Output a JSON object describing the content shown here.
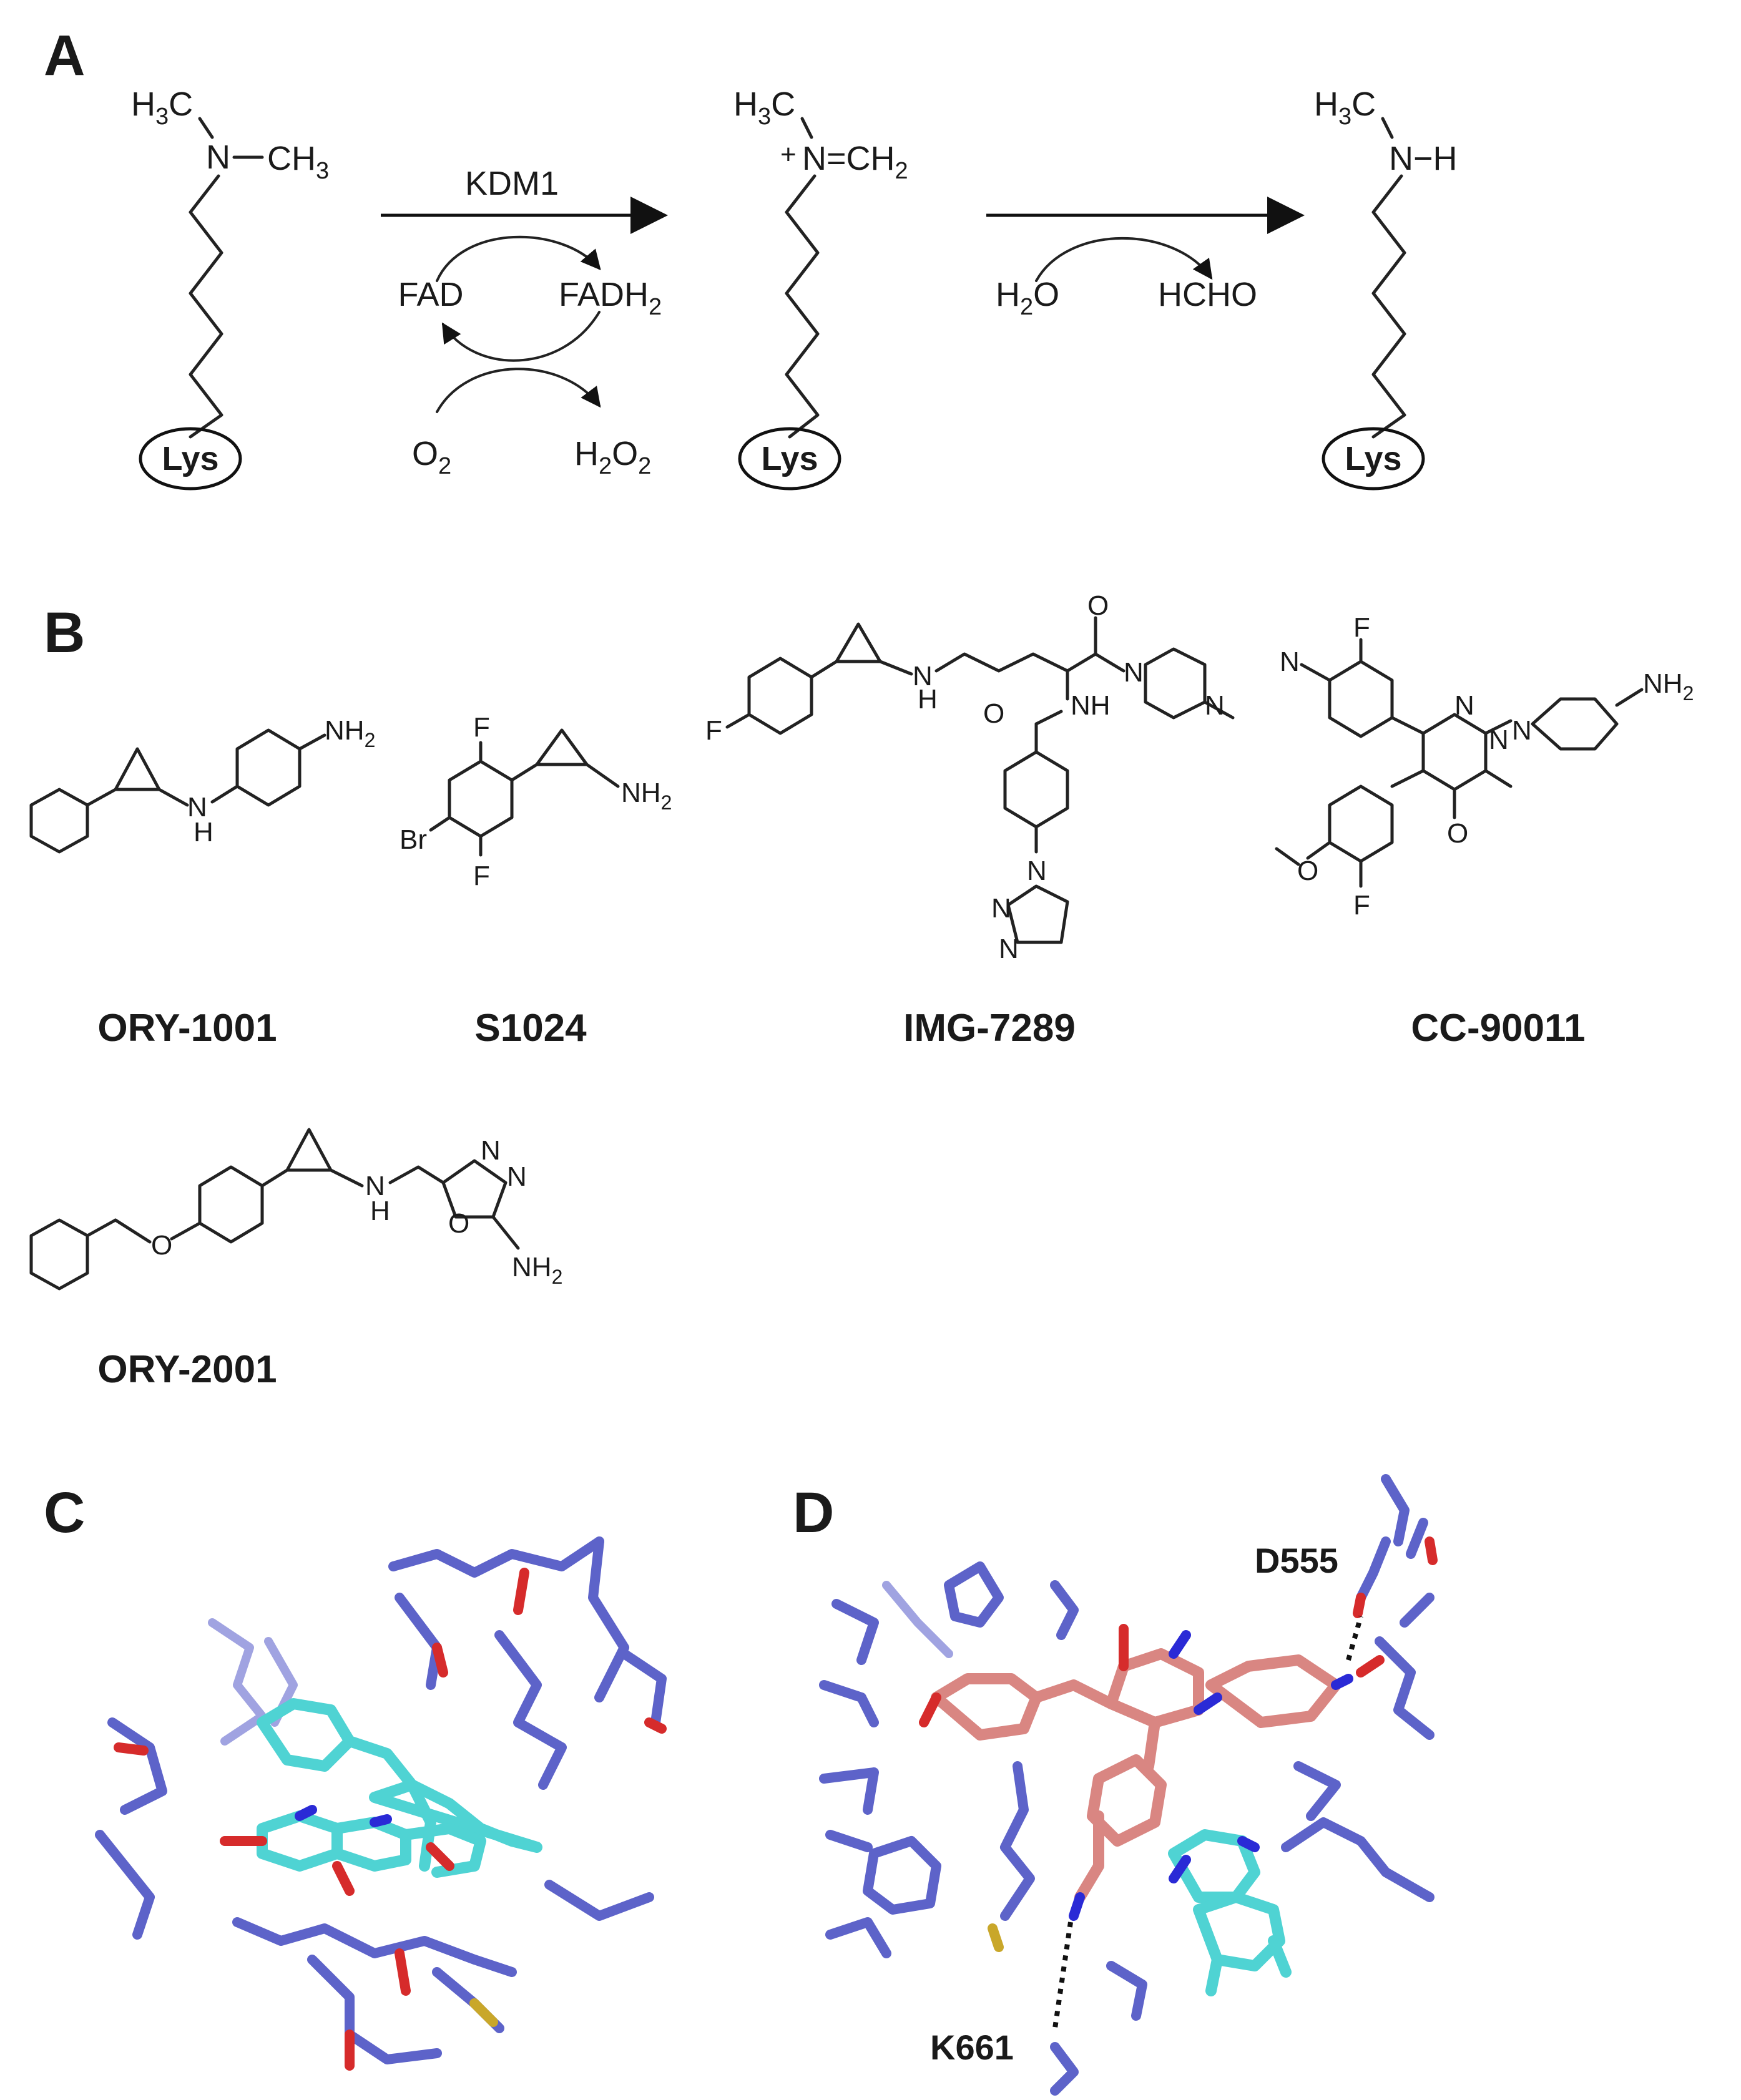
{
  "panels": {
    "a": "A",
    "b": "B",
    "c": "C",
    "d": "D"
  },
  "panel_a": {
    "enzyme": "KDM1",
    "cofactor_ox": "FAD",
    "cofactor_red": "FADH",
    "cofactor_red_sub": "2",
    "oxygen": "O",
    "oxygen_sub": "2",
    "peroxide_h": "H",
    "peroxide_sub1": "2",
    "peroxide_o": "O",
    "peroxide_sub2": "2",
    "water_h": "H",
    "water_sub": "2",
    "water_o": "O",
    "formaldehyde": "HCHO",
    "lys_label": "Lys",
    "methyl_h": "H",
    "methyl_sub": "3",
    "methyl_c": "C",
    "n_atom": "N",
    "ch3_right": "CH",
    "ch3_right_sub": "3",
    "plus": "+",
    "iminium_right": "N=CH",
    "iminium_sub": "2",
    "amine_right": "N−H",
    "dash": "−"
  },
  "panel_b": {
    "compounds": [
      {
        "name": "ORY-1001"
      },
      {
        "name": "S1024"
      },
      {
        "name": "IMG-7289"
      },
      {
        "name": "CC-90011"
      },
      {
        "name": "ORY-2001"
      }
    ],
    "atoms": {
      "nh2": "NH",
      "nh2_sub": "2",
      "n": "N",
      "h": "H",
      "nh": "NH",
      "f": "F",
      "br": "Br",
      "o": "O"
    }
  },
  "panel_d": {
    "residue_top": "D555",
    "residue_bottom": "K661"
  },
  "colors": {
    "protein": "#5d63c9",
    "fad": "#4fd3d3",
    "ligand": "#d98682",
    "oxygen": "#d62b2b",
    "nitrogen": "#2a2ad6",
    "sulfur": "#c9a72a"
  }
}
